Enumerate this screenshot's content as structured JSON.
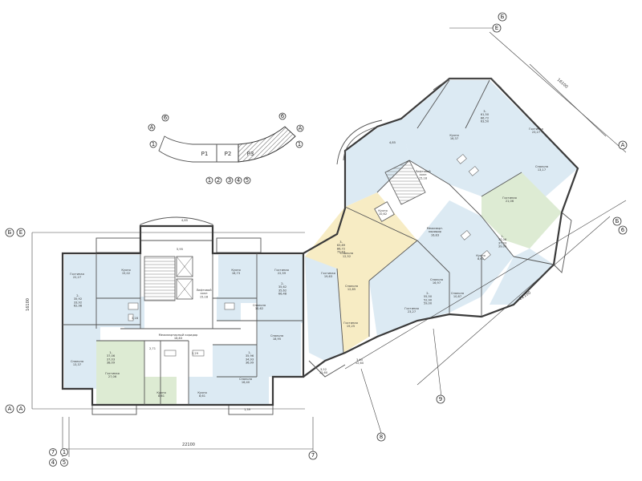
{
  "colors": {
    "blue": "#dceaf3",
    "green": "#ddebd3",
    "yellow": "#f7ecc4",
    "wall": "#3a3a3a",
    "hatch": "#d8a0b0"
  },
  "key_plan": {
    "sections": [
      "P1",
      "P2",
      "P3"
    ],
    "axes": [
      "6",
      "A",
      "1",
      "1",
      "2",
      "3",
      "4",
      "5",
      "6",
      "A",
      "1"
    ]
  },
  "axes_left": {
    "top_pair": [
      "Б",
      "Е"
    ],
    "bottom_pair": [
      "А",
      "А"
    ],
    "bottom_nums": [
      "7",
      "1",
      "4",
      "5"
    ],
    "bottom_right": "7",
    "dim_total": "22100",
    "dim_vert": "16100"
  },
  "axes_right": {
    "top": [
      "Б",
      "Е"
    ],
    "right": [
      "А",
      "Б",
      "6"
    ],
    "bottom": [
      "8",
      "9"
    ],
    "dim_diag": "22100",
    "dim_top": "16100"
  },
  "rooms_left": [
    {
      "id": "l1",
      "lines": [
        "Кухня",
        "15,02"
      ]
    },
    {
      "id": "l2",
      "lines": [
        "Гостиная",
        "22,27"
      ]
    },
    {
      "id": "l3",
      "lines": [
        "2-",
        "35,92",
        "33,92",
        "62,98"
      ]
    },
    {
      "id": "l4",
      "lines": [
        "Спальня",
        "13,37"
      ]
    },
    {
      "id": "l5",
      "lines": [
        "1-",
        "37,06",
        "37,03",
        "38,09"
      ]
    },
    {
      "id": "l6",
      "lines": [
        "Гостиная",
        "27,06"
      ]
    },
    {
      "id": "l7",
      "lines": [
        "Кухня",
        "8,61"
      ]
    },
    {
      "id": "l8",
      "lines": [
        "Лифтовой",
        "холл",
        "15,18"
      ]
    },
    {
      "id": "l9",
      "lines": [
        "Межквартирный коридор",
        "16,83"
      ]
    },
    {
      "id": "l10",
      "lines": [
        "Кухня",
        "16,73"
      ]
    },
    {
      "id": "l11",
      "lines": [
        "Гостиная",
        "22,59"
      ]
    },
    {
      "id": "l12",
      "lines": [
        "2-",
        "35,62",
        "35,62",
        "66,48"
      ]
    },
    {
      "id": "l13",
      "lines": [
        "Спальня",
        "18,95"
      ]
    },
    {
      "id": "l14",
      "lines": [
        "1-",
        "35,96",
        "34,93",
        "36,99"
      ]
    },
    {
      "id": "l15",
      "lines": [
        "Спальня",
        "16,40"
      ]
    },
    {
      "id": "l16",
      "lines": [
        "Кухня",
        "8,61"
      ]
    },
    {
      "id": "l17",
      "lines": [
        "Спальня",
        "10,62"
      ]
    },
    {
      "id": "l18",
      "lines": [
        "4,85"
      ]
    },
    {
      "id": "l19",
      "lines": [
        "5,95"
      ]
    },
    {
      "id": "l20",
      "lines": [
        "3,16"
      ]
    },
    {
      "id": "l21",
      "lines": [
        "2,71"
      ]
    },
    {
      "id": "l22",
      "lines": [
        "2,29"
      ]
    },
    {
      "id": "l23",
      "lines": [
        "1,39"
      ]
    }
  ],
  "rooms_right": [
    {
      "id": "r1",
      "lines": [
        "3-",
        "63,89",
        "86,72",
        "73,43"
      ]
    },
    {
      "id": "r2",
      "lines": [
        "Спальня",
        "12,52"
      ]
    },
    {
      "id": "r3",
      "lines": [
        "Кухня",
        "10,62"
      ]
    },
    {
      "id": "r4",
      "lines": [
        "Гостиная",
        "19,63"
      ]
    },
    {
      "id": "r5",
      "lines": [
        "Спальня",
        "12,85"
      ]
    },
    {
      "id": "r6",
      "lines": [
        "Гостиная",
        "19,25"
      ]
    },
    {
      "id": "r7",
      "lines": [
        "Лифтовой",
        "холл",
        "15,18"
      ]
    },
    {
      "id": "r8",
      "lines": [
        "Межкварт.",
        "коридор",
        "16,83"
      ]
    },
    {
      "id": "r9",
      "lines": [
        "2-",
        "55,50",
        "52,90",
        "59,00"
      ]
    },
    {
      "id": "r10",
      "lines": [
        "Гостиная",
        "23,27"
      ]
    },
    {
      "id": "r11",
      "lines": [
        "Спальня",
        "16,97"
      ]
    },
    {
      "id": "r12",
      "lines": [
        "1-",
        "37,06",
        "37,03",
        "39,09"
      ]
    },
    {
      "id": "r13",
      "lines": [
        "Гостиная",
        "21,06"
      ]
    },
    {
      "id": "r14",
      "lines": [
        "Кухня",
        "8,61"
      ]
    },
    {
      "id": "r15",
      "lines": [
        "3-",
        "61,50",
        "86,72",
        "63,50"
      ]
    },
    {
      "id": "r16",
      "lines": [
        "Кухня",
        "16,37"
      ]
    },
    {
      "id": "r17",
      "lines": [
        "Гостиная",
        "23,27"
      ]
    },
    {
      "id": "r18",
      "lines": [
        "Спальня",
        "13,17"
      ]
    },
    {
      "id": "r19",
      "lines": [
        "Спальня",
        "10,87"
      ]
    },
    {
      "id": "r20",
      "lines": [
        "4,85"
      ]
    },
    {
      "id": "r21",
      "lines": [
        "3,52",
        "12,60"
      ]
    },
    {
      "id": "r22",
      "lines": [
        "3,65",
        "12,60"
      ]
    }
  ]
}
